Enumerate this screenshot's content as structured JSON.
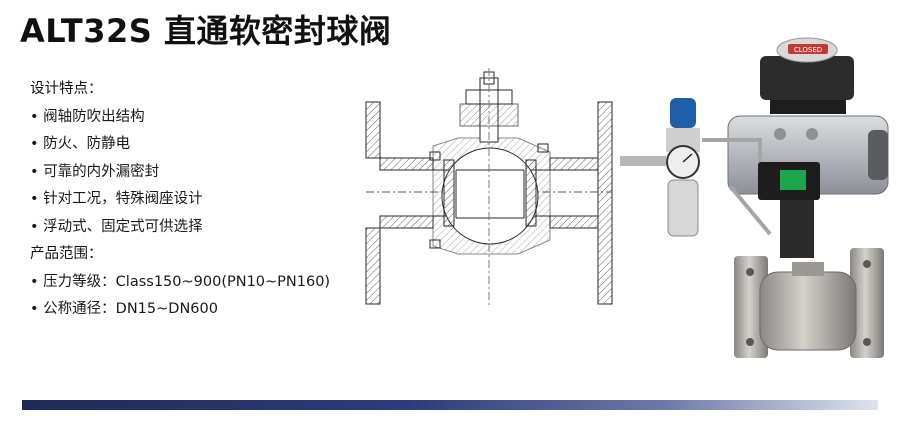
{
  "title": "ALT32S 直通软密封球阀",
  "design_heading": "设计特点：",
  "design_features": [
    "阀轴防吹出结构",
    "防火、防静电",
    "可靠的内外漏密封",
    "针对工况，特殊阀座设计",
    "浮动式、固定式可供选择"
  ],
  "range_heading": "产品范围：",
  "range_items": [
    "压力等级：Class150~900(PN10~PN160)",
    "公称通径：DN15~DN600"
  ],
  "photo": {
    "switchbox_label": "CLOSED"
  },
  "colors": {
    "footer_dark": "#1f2a55",
    "footer_light": "#dfe3ee",
    "hatch": "#3a3a3a"
  }
}
